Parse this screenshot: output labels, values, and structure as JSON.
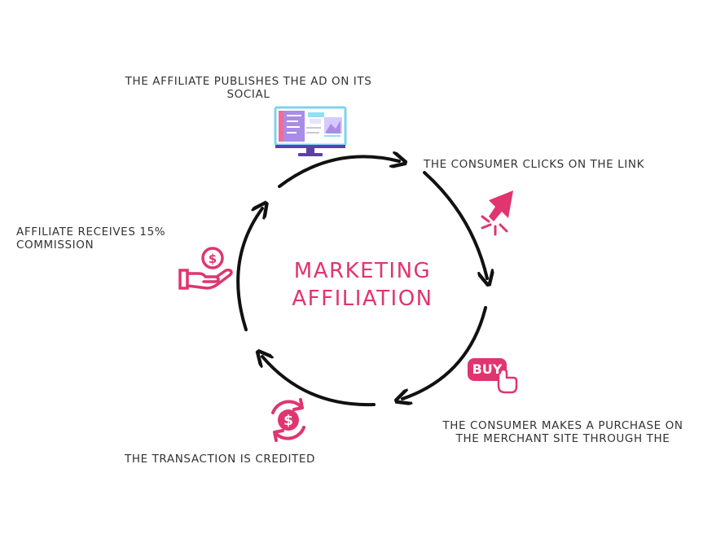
{
  "center": {
    "line1": "MARKETING",
    "line2": "AFFILIATION"
  },
  "steps": {
    "publish": "THE AFFILIATE PUBLISHES THE AD ON ITS SOCIAL",
    "clicks": "THE CONSUMER CLICKS ON THE LINK",
    "purchase": "THE CONSUMER MAKES A PURCHASE ON THE MERCHANT SITE THROUGH THE",
    "credited": "THE TRANSACTION IS CREDITED",
    "commission": "AFFILIATE RECEIVES 15% COMMISSION"
  },
  "icons": {
    "monitor": "monitor-icon",
    "cursor": "cursor-click-icon",
    "buy": "buy-button-icon",
    "buy_text": "BUY",
    "transaction": "dollar-cycle-icon",
    "commission": "hand-coin-icon"
  },
  "colors": {
    "accent": "#e0356f",
    "arrow": "#111111",
    "text": "#333333"
  }
}
